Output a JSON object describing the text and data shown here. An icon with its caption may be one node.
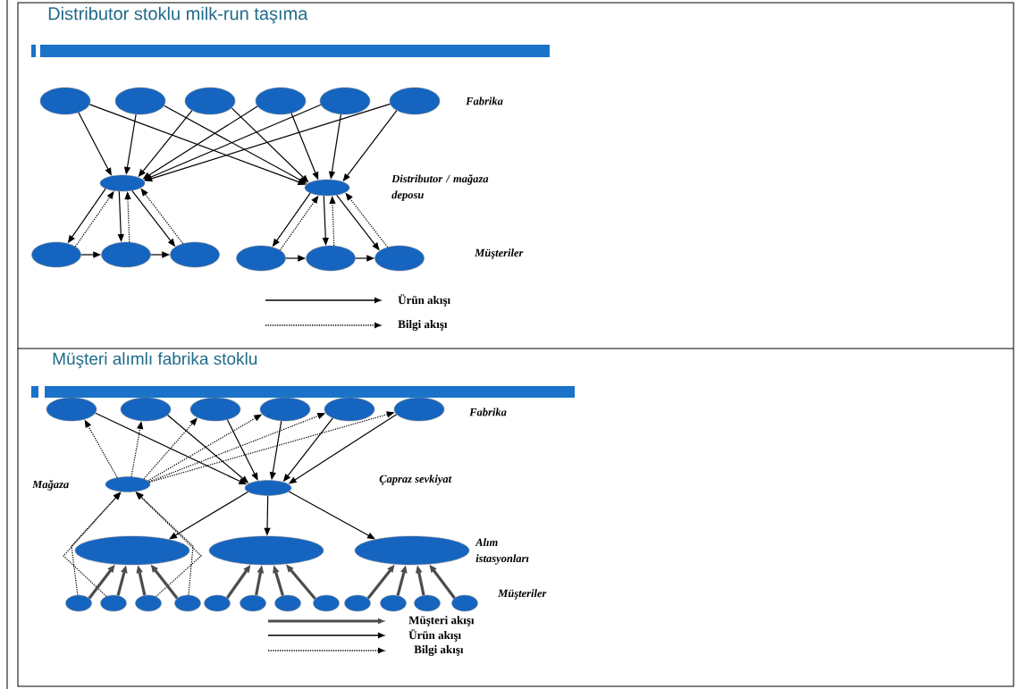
{
  "diagram": {
    "title": "Distributor stoklu milk-run taşıma",
    "nodes": [
      {
        "text": [],
        "shape": "ellipse"
      },
      {
        "text": [],
        "shape": "ellipse"
      },
      {
        "text": [],
        "shape": "ellipse"
      },
      {
        "text": [],
        "shape": "ellipse"
      },
      {
        "text": [],
        "shape": "ellipse"
      },
      {
        "text": [],
        "shape": "ellipse"
      },
      {
        "text": [],
        "shape": "ellipse"
      },
      {
        "text": [],
        "shape": "ellipse"
      },
      {
        "text": [],
        "shape": "ellipse"
      },
      {
        "text": [],
        "shape": "ellipse"
      },
      {
        "text": [],
        "shape": "ellipse"
      },
      {
        "text": [],
        "shape": "ellipse"
      },
      {
        "text": [],
        "shape": "ellipse"
      },
      {
        "text": [],
        "shape": "ellipse"
      },
      {
        "text": [],
        "shape": "ellipse"
      },
      {
        "text": [],
        "shape": "ellipse"
      },
      {
        "text": [],
        "shape": "ellipse"
      },
      {
        "text": [],
        "shape": "ellipse"
      },
      {
        "text": [],
        "shape": "ellipse"
      },
      {
        "text": [],
        "shape": "ellipse"
      },
      {
        "text": [],
        "shape": "ellipse"
      },
      {
        "text": [],
        "shape": "ellipse"
      },
      {
        "text": [],
        "shape": "ellipse"
      },
      {
        "text": [],
        "shape": "ellipse"
      },
      {
        "text": [],
        "shape": "ellipse"
      },
      {
        "text": [],
        "shape": "ellipse"
      },
      {
        "text": [],
        "shape": "ellipse"
      },
      {
        "text": [],
        "shape": "ellipse"
      },
      {
        "text": [],
        "shape": "ellipse"
      },
      {
        "text": [],
        "shape": "ellipse"
      },
      {
        "text": [],
        "shape": "ellipse"
      },
      {
        "text": [],
        "shape": "ellipse"
      },
      {
        "text": [],
        "shape": "ellipse"
      },
      {
        "text": [],
        "shape": "ellipse"
      },
      {
        "text": [],
        "shape": "ellipse"
      },
      {
        "text": [],
        "shape": "ellipse"
      },
      {
        "text": [],
        "shape": "ellipse"
      }
    ],
    "edges": [
      {
        "from": 0,
        "to": 6,
        "arrow": "to"
      },
      {
        "from": 0,
        "to": 7,
        "arrow": "to"
      },
      {
        "from": 1,
        "to": 6,
        "arrow": "to"
      },
      {
        "from": 1,
        "to": 7,
        "arrow": "to"
      },
      {
        "from": 2,
        "to": 6,
        "arrow": "to"
      },
      {
        "from": 2,
        "to": 7,
        "arrow": "to"
      },
      {
        "from": 3,
        "to": 6,
        "arrow": "to"
      },
      {
        "from": 3,
        "to": 7,
        "arrow": "to"
      },
      {
        "from": 4,
        "to": 6,
        "arrow": "to"
      },
      {
        "from": 4,
        "to": 7,
        "arrow": "to"
      },
      {
        "from": 5,
        "to": 6,
        "arrow": "to"
      },
      {
        "from": 5,
        "to": 7,
        "arrow": "to"
      },
      {
        "from": 6,
        "to": 8,
        "arrow": "to"
      },
      {
        "from": 6,
        "to": 9,
        "arrow": "to"
      },
      {
        "from": 6,
        "to": 10,
        "arrow": "to"
      },
      {
        "from": 8,
        "to": 6,
        "arrow": "to",
        "style": "dashed"
      },
      {
        "from": 9,
        "to": 6,
        "arrow": "to",
        "style": "dashed"
      },
      {
        "from": 10,
        "to": 6,
        "arrow": "to",
        "style": "dashed"
      },
      {
        "from": 8,
        "to": 9,
        "arrow": "to"
      },
      {
        "from": 9,
        "to": 10,
        "arrow": "to"
      },
      {
        "from": 7,
        "to": 11,
        "arrow": "to"
      },
      {
        "from": 7,
        "to": 12,
        "arrow": "to"
      },
      {
        "from": 7,
        "to": 13,
        "arrow": "to"
      },
      {
        "from": 11,
        "to": 7,
        "arrow": "to",
        "style": "dashed"
      },
      {
        "from": 12,
        "to": 7,
        "arrow": "to",
        "style": "dashed"
      },
      {
        "from": 13,
        "to": 7,
        "arrow": "to",
        "style": "dashed"
      },
      {
        "from": 11,
        "to": 12,
        "arrow": "to"
      },
      {
        "from": 12,
        "to": 13,
        "arrow": "to"
      },
      {
        "from": 20,
        "to": 14,
        "arrow": "to",
        "style": "dashed"
      },
      {
        "from": 20,
        "to": 15,
        "arrow": "to",
        "style": "dashed"
      },
      {
        "from": 20,
        "to": 16,
        "arrow": "to",
        "style": "dashed"
      },
      {
        "from": 20,
        "to": 17,
        "arrow": "to",
        "style": "dashed"
      },
      {
        "from": 20,
        "to": 18,
        "arrow": "to",
        "style": "dashed"
      },
      {
        "from": 20,
        "to": 19,
        "arrow": "to",
        "style": "dashed"
      },
      {
        "from": 14,
        "to": 21,
        "arrow": "to"
      },
      {
        "from": 15,
        "to": 21,
        "arrow": "to"
      },
      {
        "from": 16,
        "to": 21,
        "arrow": "to"
      },
      {
        "from": 17,
        "to": 21,
        "arrow": "to"
      },
      {
        "from": 18,
        "to": 21,
        "arrow": "to"
      },
      {
        "from": 19,
        "to": 21,
        "arrow": "to"
      },
      {
        "from": 21,
        "to": 22,
        "arrow": "to"
      },
      {
        "from": 21,
        "to": 23,
        "arrow": "to"
      },
      {
        "from": 21,
        "to": 24,
        "arrow": "to"
      },
      {
        "from": 25,
        "to": 20,
        "arrow": "to",
        "style": "dashed"
      },
      {
        "from": 26,
        "to": 20,
        "arrow": "to",
        "style": "dashed"
      },
      {
        "from": 27,
        "to": 20,
        "arrow": "to",
        "style": "dashed"
      },
      {
        "from": 28,
        "to": 20,
        "arrow": "to",
        "style": "dashed"
      },
      {
        "from": 25,
        "to": 22,
        "arrow": "to",
        "style": "thick"
      },
      {
        "from": 26,
        "to": 22,
        "arrow": "to",
        "style": "thick"
      },
      {
        "from": 27,
        "to": 22,
        "arrow": "to",
        "style": "thick"
      },
      {
        "from": 28,
        "to": 22,
        "arrow": "to",
        "style": "thick"
      },
      {
        "from": 29,
        "to": 23,
        "arrow": "to",
        "style": "thick"
      },
      {
        "from": 30,
        "to": 23,
        "arrow": "to",
        "style": "thick"
      },
      {
        "from": 31,
        "to": 23,
        "arrow": "to",
        "style": "thick"
      },
      {
        "from": 32,
        "to": 23,
        "arrow": "to",
        "style": "thick"
      },
      {
        "from": 33,
        "to": 24,
        "arrow": "to",
        "style": "thick"
      },
      {
        "from": 34,
        "to": 24,
        "arrow": "to",
        "style": "thick"
      },
      {
        "from": 35,
        "to": 24,
        "arrow": "to",
        "style": "thick"
      },
      {
        "from": 36,
        "to": 24,
        "arrow": "to",
        "style": "thick"
      }
    ],
    "labels": [
      "Fabrika",
      "Distributor / mağaza deposu",
      "Müşteriler",
      "Müşteri alımlı fabrika stoklu",
      "Fabrika",
      "Mağaza",
      "Çapraz sevkiyat",
      "Alım istasyonları",
      "Müşteriler"
    ],
    "legend": [
      {
        "text": "Ürün akışı"
      },
      {
        "text": "Bilgi akışı"
      },
      {
        "text": "Müşteri akışı"
      },
      {
        "text": "Ürün akışı"
      },
      {
        "text": "Bilgi akışı"
      }
    ]
  }
}
